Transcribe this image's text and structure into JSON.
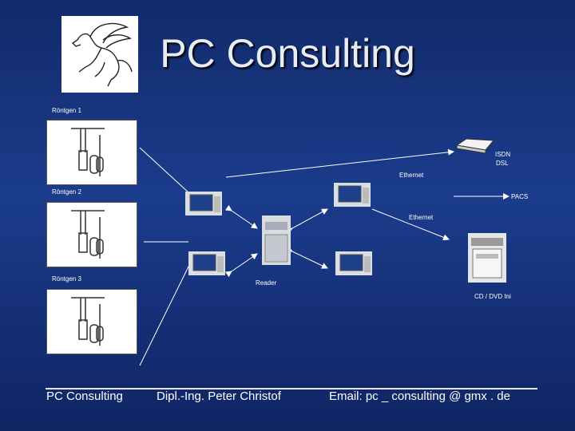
{
  "title": "PC Consulting",
  "labels": {
    "roentgen1": "Röntgen 1",
    "roentgen2": "Röntgen 2",
    "roentgen3": "Röntgen 3",
    "isdn": "ISDN",
    "dsl": "DSL",
    "ethernet_top": "Ethernet",
    "ethernet_mid": "Ethernet",
    "pacs": "PACS",
    "reader": "Reader",
    "cd_dvd": "CD / DVD Ini"
  },
  "footer": {
    "left": "PC Consulting",
    "center": "Dipl.-Ing. Peter Christof",
    "right": "Email: pc _ consulting @ gmx . de"
  },
  "colors": {
    "background_top": "#122a6b",
    "background_bottom": "#0f2463",
    "text": "#ffffff"
  }
}
